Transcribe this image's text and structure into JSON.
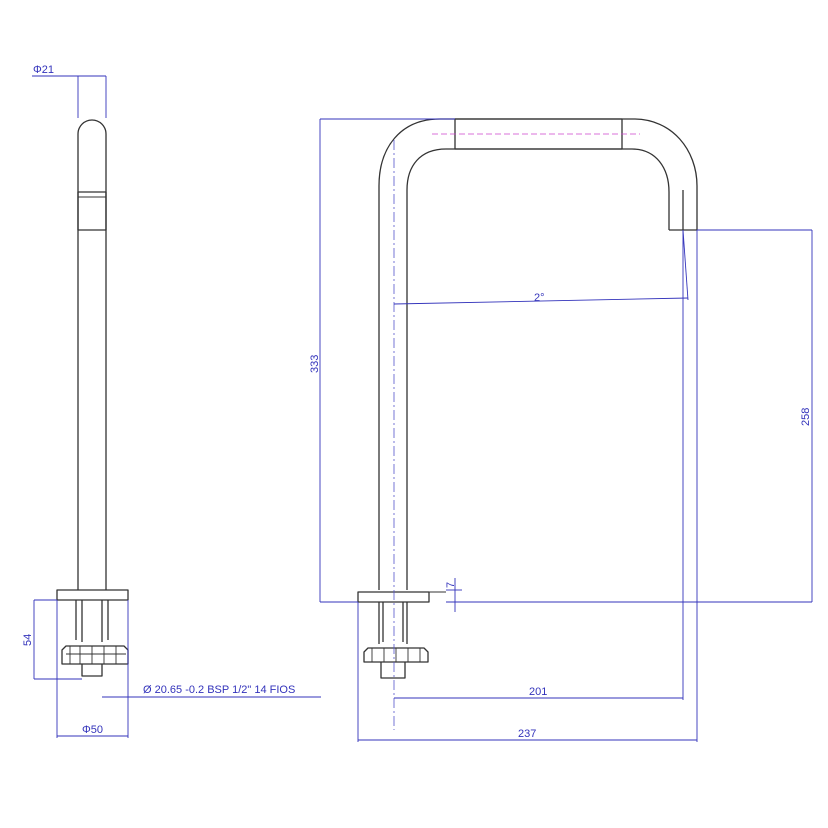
{
  "dimensions": {
    "side_diameter_top": "Φ21",
    "side_height_base": "54",
    "thread_spec": "Ø 20.65 -0.2 BSP 1/2\"  14 FIOS",
    "side_diameter_base": "Φ50",
    "total_height": "333",
    "spout_angle": "2°",
    "spout_height": "258",
    "flange_thickness": "7",
    "spout_reach": "201",
    "total_reach": "237"
  },
  "colors": {
    "outline": "#333333",
    "dimension": "#3333bb",
    "accent": "#cc44cc"
  }
}
